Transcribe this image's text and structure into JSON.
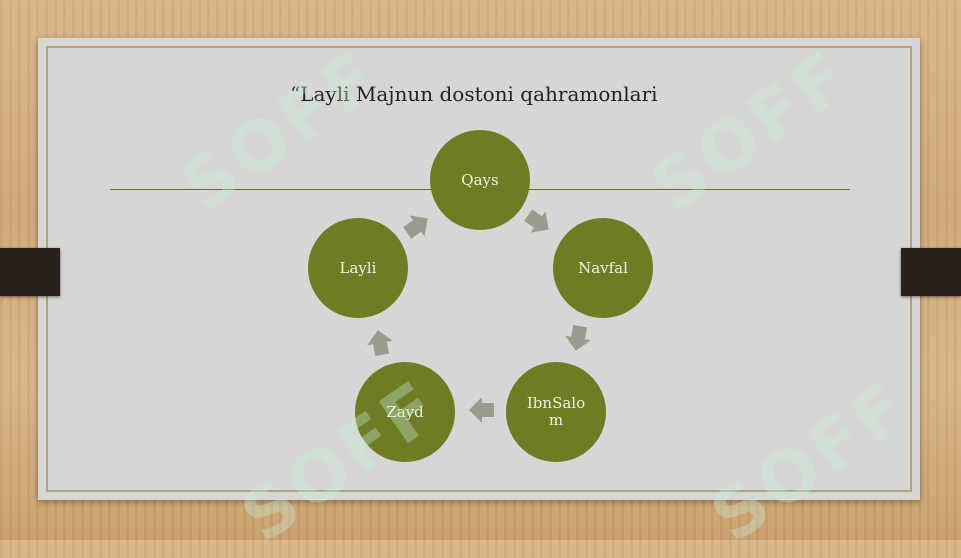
{
  "slide": {
    "title": "“Layli  Majnun  dostoni qahramonlari"
  },
  "diagram": {
    "type": "cycle",
    "nodes": [
      {
        "id": "qays",
        "label": "Qays"
      },
      {
        "id": "navfal",
        "label": "Navfal"
      },
      {
        "id": "ibnsalom",
        "label": "IbnSalom"
      },
      {
        "id": "zayd",
        "label": "Zayd"
      },
      {
        "id": "layli",
        "label": "Layli"
      }
    ],
    "colors": {
      "node_fill": "#6e7d24",
      "node_text": "#f3f0e0",
      "arrow": "#9a9a8e"
    }
  },
  "watermark": {
    "text": "SOFF"
  }
}
